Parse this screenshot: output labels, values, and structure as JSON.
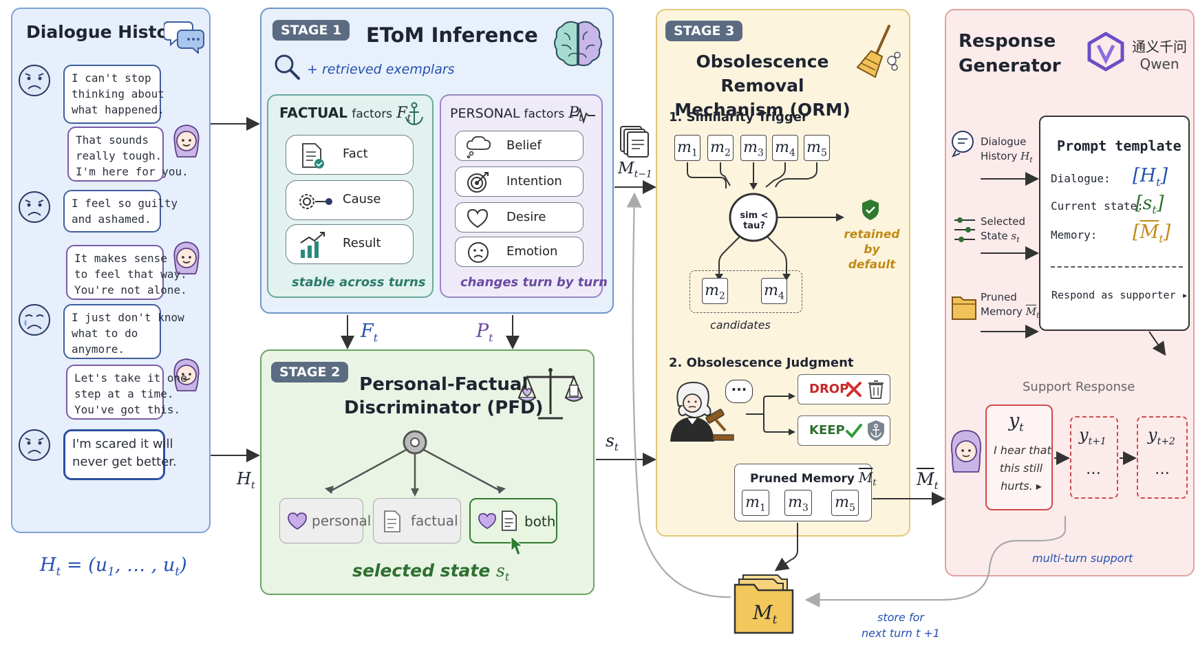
{
  "dialogue": {
    "title": "Dialogue History",
    "messages": [
      {
        "role": "user",
        "mood": "sad",
        "text": "I can't stop\nthinking about\nwhat happened."
      },
      {
        "role": "supporter",
        "text": "That sounds\nreally tough.\nI'm here for you."
      },
      {
        "role": "user",
        "mood": "sad",
        "text": "I feel so guilty\nand ashamed."
      },
      {
        "role": "supporter",
        "text": "It makes sense\nto feel that way.\nYou're not alone."
      },
      {
        "role": "user",
        "mood": "crying",
        "text": "I just don't know\nwhat to do\nanymore."
      },
      {
        "role": "supporter",
        "text": "Let's take it one\nstep at a time.\nYou've got this."
      },
      {
        "role": "user",
        "mood": "sad",
        "text": "I'm scared it will\nnever get better."
      }
    ],
    "formula_lhs": "H",
    "formula_sub": "t",
    "formula_rhs": " = (u",
    "formula_rhs_sub1": "1",
    "formula_rhs_mid": ", … , u",
    "formula_rhs_sub2": "t",
    "formula_rhs_end": ")"
  },
  "stage1": {
    "badge": "STAGE 1",
    "title": "EToM Inference",
    "retrieved": "+ retrieved exemplars",
    "factual_title": "FACTUAL",
    "factual_word": "factors",
    "factual_sym": "F",
    "factual_sub": "t",
    "factual_items": [
      "Fact",
      "Cause",
      "Result"
    ],
    "factual_caption": "stable across turns",
    "personal_title": "PERSONAL",
    "personal_word": "factors",
    "personal_sym": "P",
    "personal_sub": "t",
    "personal_items": [
      "Belief",
      "Intention",
      "Desire",
      "Emotion"
    ],
    "personal_caption": "changes turn by turn"
  },
  "stage2": {
    "badge": "STAGE 2",
    "title_line1": "Personal-Factual",
    "title_line2": "Discriminator (PFD)",
    "options": [
      "personal",
      "factual",
      "both"
    ],
    "caption": "selected state",
    "caption_sym": "s",
    "caption_sub": "t"
  },
  "stage3": {
    "badge": "STAGE 3",
    "title_line1": "Obsolescence Removal",
    "title_line2": "Mechanism (ORM)",
    "step1": "1. Similarity Trigger",
    "memories": [
      {
        "sym": "m",
        "sub": "1"
      },
      {
        "sym": "m",
        "sub": "2"
      },
      {
        "sym": "m",
        "sub": "3"
      },
      {
        "sym": "m",
        "sub": "4"
      },
      {
        "sym": "m",
        "sub": "5"
      }
    ],
    "trigger": "sim < tau?",
    "retained_line1": "retained",
    "retained_line2": "by default",
    "candidates": [
      {
        "sym": "m",
        "sub": "2"
      },
      {
        "sym": "m",
        "sub": "4"
      }
    ],
    "candidates_label": "candidates",
    "step2": "2. Obsolescence Judgment",
    "judge_bubble": "···",
    "drop": "DROP",
    "keep": "KEEP",
    "pruned_title": "Pruned Memory",
    "pruned_sym": "M",
    "pruned_sub": "t",
    "pruned": [
      {
        "sym": "m",
        "sub": "1"
      },
      {
        "sym": "m",
        "sub": "3"
      },
      {
        "sym": "m",
        "sub": "5"
      }
    ]
  },
  "generator": {
    "title_line1": "Response",
    "title_line2": "Generator",
    "logo_cn": "通义千问",
    "logo_en": "Qwen",
    "inputs": [
      {
        "line1": "Dialogue",
        "line2": "History",
        "sym": "H",
        "sub": "t"
      },
      {
        "line1": "Selected",
        "line2": "State",
        "sym": "s",
        "sub": "t"
      },
      {
        "line1": "Pruned",
        "line2": "Memory",
        "sym": "M",
        "sub": "t"
      }
    ],
    "prompt_title": "Prompt template",
    "prompt_rows": [
      {
        "key": "Dialogue:",
        "sym": "H",
        "sub": "t"
      },
      {
        "key": "Current state:",
        "sym": "s",
        "sub": "t"
      },
      {
        "key": "Memory:",
        "sym": "M",
        "sub": "t"
      }
    ],
    "respond": "Respond as supporter ▸",
    "support_title": "Support Response",
    "response_sym": "y",
    "response_sub": "t",
    "response_text": "I hear that\nthis still\nhurts. ▸",
    "future": [
      {
        "sym": "y",
        "sub": "t+1",
        "dots": "…"
      },
      {
        "sym": "y",
        "sub": "t+2",
        "dots": "…"
      }
    ],
    "multi_turn": "multi-turn support"
  },
  "flow": {
    "H_sym": "H",
    "H_sub": "t",
    "F_sym": "F",
    "F_sub": "t",
    "P_sym": "P",
    "P_sub": "t",
    "s_sym": "s",
    "s_sub": "t",
    "Mprev_sym": "M",
    "Mprev_sub": "t−1",
    "Mbar_sym": "M",
    "Mbar_sub": "t",
    "Mt_sym": "M",
    "Mt_sub": "t",
    "store_line1": "store for",
    "store_line2": "next turn t +1"
  },
  "colors": {
    "dialogue_bg": "#e6effb",
    "dialogue_border": "#7ea3d6",
    "stage1_bg": "#e7f0fb",
    "stage1_border": "#6f94c9",
    "factual_bg": "#e2f2ee",
    "factual_border": "#6aa79a",
    "personal_bg": "#efeaf8",
    "personal_border": "#9a86c6",
    "stage2_bg": "#e9f4e5",
    "stage2_border": "#6aa460",
    "stage3_bg": "#fdf4de",
    "stage3_border": "#e4c67a",
    "gen_bg": "#fcebeb",
    "gen_border": "#e3a0a0",
    "accent_blue": "#2550b0",
    "accent_green": "#2f6f30",
    "accent_gold": "#c08a16"
  }
}
